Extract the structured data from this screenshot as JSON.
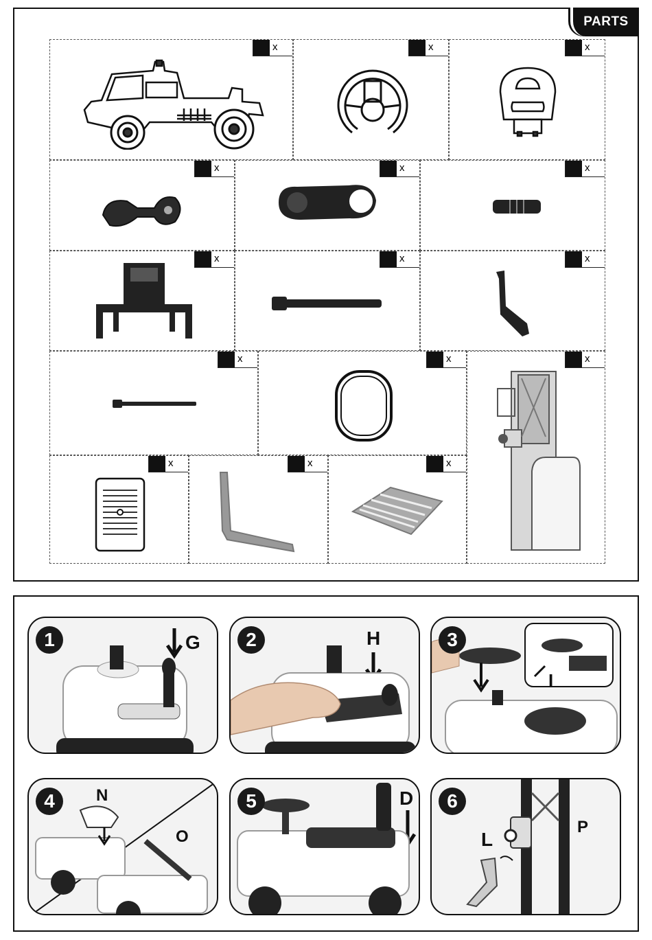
{
  "parts_section": {
    "tab_label": "PARTS",
    "qty_mark": "x",
    "parts": [
      {
        "name": "ride-on-truck-body-icon"
      },
      {
        "name": "steering-wheel-icon"
      },
      {
        "name": "backrest-seat-icon"
      },
      {
        "name": "gear-lever-icon"
      },
      {
        "name": "lever-bracket-icon"
      },
      {
        "name": "small-pin-icon"
      },
      {
        "name": "forklift-bracket-icon"
      },
      {
        "name": "long-axle-icon"
      },
      {
        "name": "crank-handle-icon"
      },
      {
        "name": "thin-rod-icon"
      },
      {
        "name": "seat-ring-icon"
      },
      {
        "name": "forklift-mast-icon"
      },
      {
        "name": "battery-cover-icon"
      },
      {
        "name": "fork-arm-icon"
      },
      {
        "name": "pallet-icon"
      }
    ]
  },
  "steps_section": {
    "steps": [
      {
        "number": "1",
        "letters": [
          "G"
        ]
      },
      {
        "number": "2",
        "letters": [
          "H"
        ]
      },
      {
        "number": "3",
        "letters": [
          "I"
        ]
      },
      {
        "number": "4",
        "letters": [
          "N",
          "O"
        ]
      },
      {
        "number": "5",
        "letters": [
          "D"
        ]
      },
      {
        "number": "6",
        "letters": [
          "L",
          "P"
        ]
      }
    ]
  }
}
